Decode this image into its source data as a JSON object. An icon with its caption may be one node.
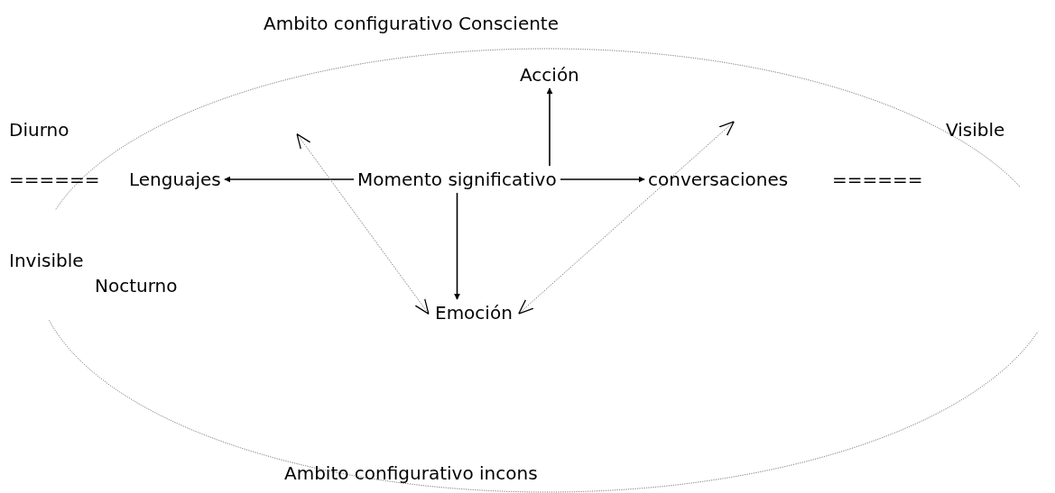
{
  "diagram": {
    "nodes": [
      {
        "text": [
          "Momento significativo"
        ]
      },
      {
        "text": [
          "Acción"
        ]
      },
      {
        "text": [
          "Emoción"
        ]
      },
      {
        "text": [
          "Lenguajes"
        ]
      },
      {
        "text": [
          "conversaciones"
        ]
      }
    ],
    "edges": [
      {
        "from": 0,
        "to": 1,
        "arrow": "to"
      },
      {
        "from": 0,
        "to": 2,
        "arrow": "to"
      },
      {
        "from": 0,
        "to": 3,
        "arrow": "to"
      },
      {
        "from": 0,
        "to": 4,
        "arrow": "to"
      },
      {
        "from": null,
        "to": 2,
        "arrow": "both",
        "style": "dashed",
        "color": "#808080"
      },
      {
        "from": null,
        "to": 2,
        "arrow": "both",
        "style": "dashed",
        "color": "#808080"
      }
    ],
    "labels": [
      "Ambito configurativo Consciente",
      "Diurno",
      "Visible",
      "======",
      "======",
      "Invisible",
      "Nocturno",
      "Ambito configurativo incons"
    ]
  }
}
